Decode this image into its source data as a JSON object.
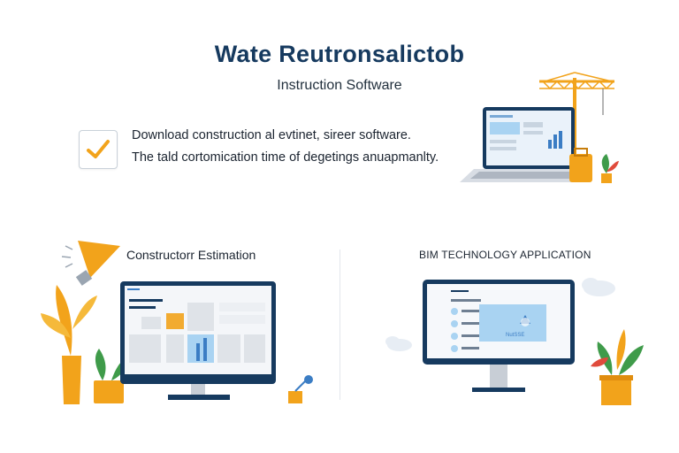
{
  "header": {
    "title": "Wate Reutronsalictob",
    "subtitle": "Instruction Software"
  },
  "feature": {
    "line1": "Download construction al evtinet, sireer software.",
    "line2": "The tald cortomication time of degetings anuapmanlty."
  },
  "sections": {
    "left_title": "Constructorr Estimation",
    "right_title": "BIM TECHNOLOGY APPLICATION"
  },
  "right_monitor": {
    "app_label": "NutSSE"
  },
  "colors": {
    "navy": "#163a5f",
    "accent_orange": "#f2a31b",
    "screen_blue": "#a9d3f2",
    "leaf_green": "#3f9b4a"
  },
  "icons": {
    "check": "check-icon",
    "crane": "crane-icon",
    "megaphone": "megaphone-icon"
  }
}
